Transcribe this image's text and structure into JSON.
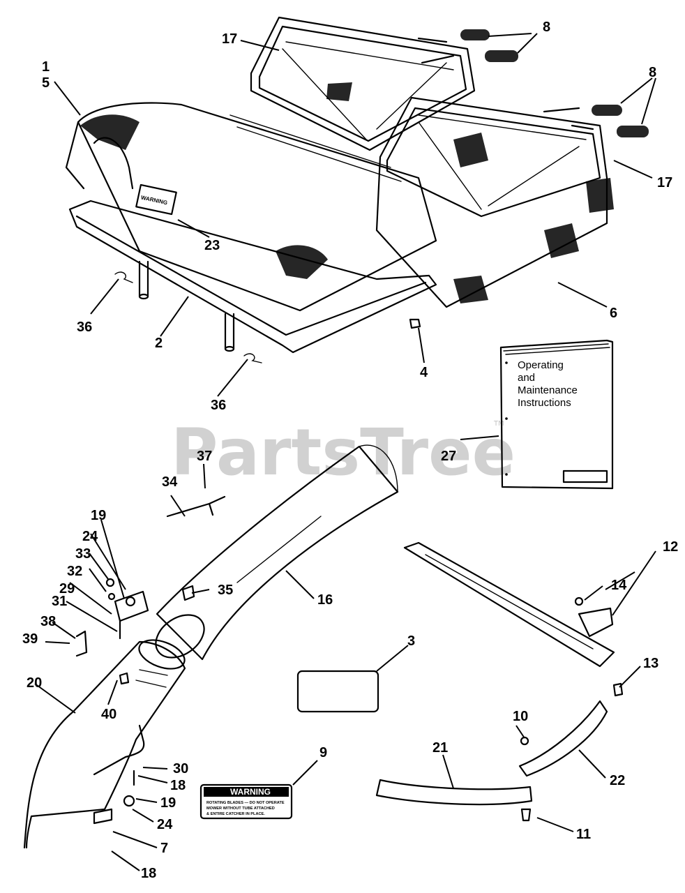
{
  "diagram": {
    "manual_cover": {
      "lines": [
        "Operating",
        "and",
        "Maintenance",
        "Instructions"
      ]
    },
    "warning_decal": {
      "title": "WARNING",
      "lines": [
        "ROTATING BLADES — DO NOT OPERATE",
        "MOWER WITHOUT TUBE ATTACHED",
        "& ENTIRE CATCHER IN PLACE."
      ]
    },
    "hood_decal_text": "WARNING",
    "watermark": {
      "text": "PartsTree",
      "tm": "TM"
    },
    "footer_text": "",
    "callouts": [
      {
        "label": "1"
      },
      {
        "label": "5"
      },
      {
        "label": "17"
      },
      {
        "label": "8"
      },
      {
        "label": "8"
      },
      {
        "label": "17"
      },
      {
        "label": "23"
      },
      {
        "label": "6"
      },
      {
        "label": "36"
      },
      {
        "label": "2"
      },
      {
        "label": "4"
      },
      {
        "label": "36"
      },
      {
        "label": "27"
      },
      {
        "label": "37"
      },
      {
        "label": "34"
      },
      {
        "label": "19"
      },
      {
        "label": "24"
      },
      {
        "label": "33"
      },
      {
        "label": "32"
      },
      {
        "label": "29"
      },
      {
        "label": "31"
      },
      {
        "label": "38"
      },
      {
        "label": "39"
      },
      {
        "label": "35"
      },
      {
        "label": "16"
      },
      {
        "label": "20"
      },
      {
        "label": "40"
      },
      {
        "label": "3"
      },
      {
        "label": "14"
      },
      {
        "label": "12"
      },
      {
        "label": "13"
      },
      {
        "label": "30"
      },
      {
        "label": "18"
      },
      {
        "label": "19"
      },
      {
        "label": "24"
      },
      {
        "label": "9"
      },
      {
        "label": "7"
      },
      {
        "label": "18"
      },
      {
        "label": "10"
      },
      {
        "label": "22"
      },
      {
        "label": "21"
      },
      {
        "label": "11"
      }
    ]
  }
}
